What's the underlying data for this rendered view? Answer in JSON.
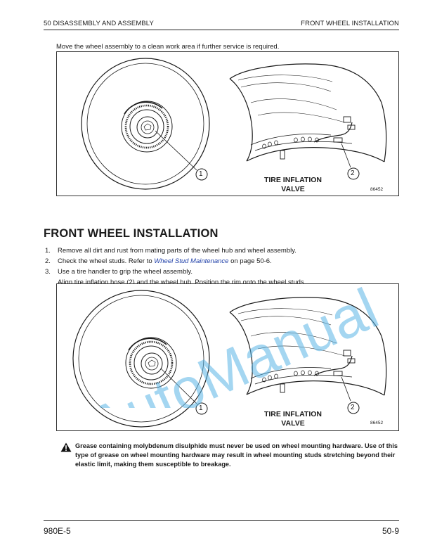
{
  "header": {
    "left": "50 DISASSEMBLY AND ASSEMBLY",
    "right": "FRONT WHEEL INSTALLATION"
  },
  "intro_text": "Move the wheel assembly to a clean work area if further service is required.",
  "figure": {
    "callout_1": "1",
    "callout_2": "2",
    "caption_line1": "TIRE INFLATION",
    "caption_line2": "VALVE",
    "figure_number": "86452"
  },
  "section_title": "FRONT WHEEL INSTALLATION",
  "steps": [
    {
      "num": "1.",
      "text": "Remove all dirt and rust from mating parts of the wheel hub and wheel assembly."
    },
    {
      "num": "2.",
      "before": "Check the wheel studs. Refer to ",
      "link": "Wheel Stud Maintenance",
      "after": " on page 50-6."
    },
    {
      "num": "3.",
      "text": "Use a tire handler to grip the wheel assembly.",
      "text2": "Align tire inflation hose (2) and the wheel hub. Position the rim onto the wheel studs."
    }
  ],
  "warning": {
    "icon": "warning-triangle-icon",
    "text": "Grease containing molybdenum disulphide must never be used on wheel mounting hardware. Use of this type of grease on wheel mounting hardware may result in wheel mounting studs stretching beyond their elastic limit, making them susceptible to breakage."
  },
  "footer": {
    "left": "980E-5",
    "right": "50-9"
  },
  "watermark": "AutoManual",
  "colors": {
    "watermark": "#5ab4e6",
    "link": "#1f3fa8",
    "ink": "#1a1a1a"
  }
}
